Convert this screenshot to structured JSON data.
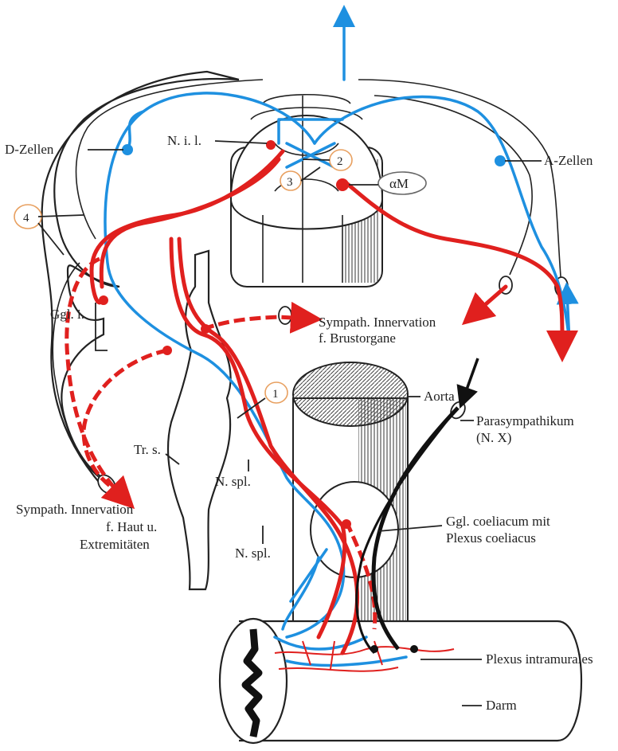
{
  "labels": {
    "d_zellen": "D-Zellen",
    "a_zellen": "A-Zellen",
    "nil": "N. i. l.",
    "alpha_m": "αM",
    "ggl_i": "Ggl. i.",
    "sympath_brust_1": "Sympath. Innervation",
    "sympath_brust_2": "f. Brustorgane",
    "aorta": "Aorta",
    "parasym_1": "Parasympathikum",
    "parasym_2": "(N. X)",
    "tr_s": "Tr. s.",
    "n_spl_1": "N. spl.",
    "n_spl_2": "N. spl.",
    "sympath_haut_1": "Sympath. Innervation",
    "sympath_haut_2": "f. Haut u.",
    "sympath_haut_3": "Extremitäten",
    "ggl_coel_1": "Ggl. coeliacum mit",
    "ggl_coel_2": "Plexus coeliacus",
    "plexus_intra": "Plexus intramurales",
    "darm": "Darm"
  },
  "markers": {
    "m1": "1",
    "m2": "2",
    "m3": "3",
    "m4": "4"
  },
  "colors": {
    "sympathetic": "#e0201e",
    "afferent": "#1e90e0",
    "parasympathetic": "#111111",
    "marker_ring": "#e8a060"
  }
}
